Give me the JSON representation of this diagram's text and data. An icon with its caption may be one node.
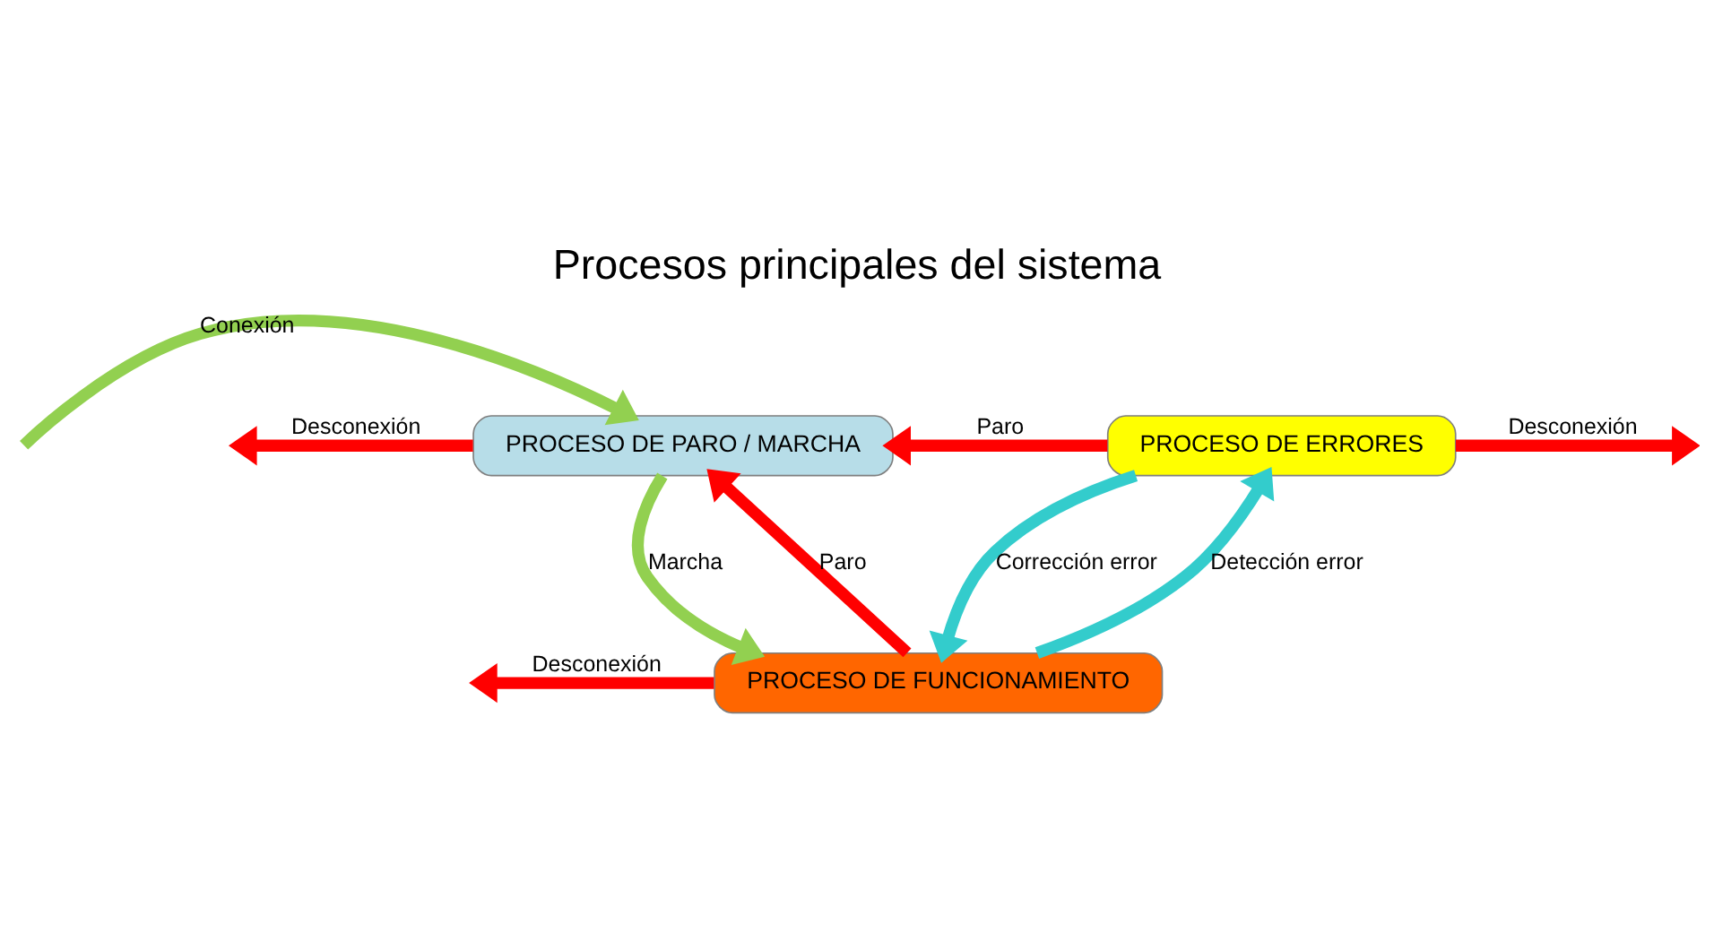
{
  "diagram": {
    "title": "Procesos principales del sistema",
    "nodes": [
      {
        "text": [
          "PROCESO DE PARO / MARCHA"
        ]
      },
      {
        "text": [
          "PROCESO DE ERRORES"
        ]
      },
      {
        "text": [
          "PROCESO DE FUNCIONAMIENTO"
        ]
      }
    ],
    "edges": [
      {
        "from": null,
        "to": 0,
        "arrow": "to",
        "label": "Conexión",
        "color": "#92d050"
      },
      {
        "from": 0,
        "to": null,
        "arrow": "to",
        "label": "Desconexión"
      },
      {
        "from": 1,
        "to": 0,
        "arrow": "to",
        "label": "Paro"
      },
      {
        "from": 1,
        "to": null,
        "arrow": "to",
        "label": "Desconexión"
      },
      {
        "from": 0,
        "to": 2,
        "arrow": "to",
        "label": "Marcha",
        "color": "#92d050"
      },
      {
        "from": 2,
        "to": 0,
        "arrow": "to",
        "label": "Paro"
      },
      {
        "from": 2,
        "to": 1,
        "arrow": "to",
        "label": "Detección error",
        "color": "#33cccc"
      },
      {
        "from": 1,
        "to": 2,
        "arrow": "to",
        "label": "Corrección error",
        "color": "#33cccc"
      },
      {
        "from": 2,
        "to": null,
        "arrow": "to",
        "label": "Desconexión"
      }
    ]
  }
}
